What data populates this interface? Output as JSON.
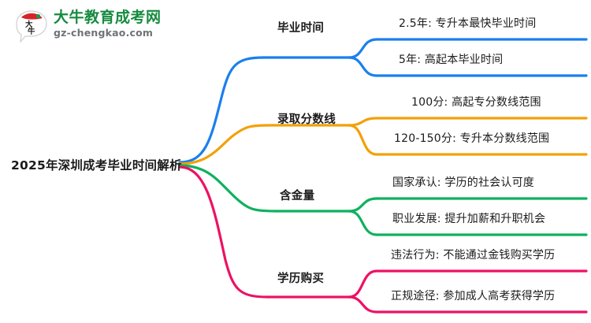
{
  "logo": {
    "mark_icon": "speech-bubble-logo-icon",
    "title": "大牛教育成考网",
    "subtitle": "gz-chengkao.com",
    "title_color": "#168b3f",
    "subtitle_color": "#6f7277",
    "mark_red": "#d6232b",
    "mark_green": "#1a9a4a"
  },
  "mindmap": {
    "root": {
      "label": "2025年深圳成考毕业时间解析"
    },
    "branches": [
      {
        "label": "毕业时间",
        "color": "#1a7fee",
        "leaves": [
          {
            "label": "2.5年: 专升本最快毕业时间"
          },
          {
            "label": "5年: 高起本毕业时间"
          }
        ]
      },
      {
        "label": "录取分数线",
        "color": "#f2a10a",
        "leaves": [
          {
            "label": "100分: 高起专分数线范围"
          },
          {
            "label": "120-150分: 专升本分数线范围"
          }
        ]
      },
      {
        "label": "含金量",
        "color": "#0eb15f",
        "leaves": [
          {
            "label": "国家承认: 学历的社会认可度"
          },
          {
            "label": "职业发展: 提升加薪和升职机会"
          }
        ]
      },
      {
        "label": "学历购买",
        "color": "#ed1164",
        "leaves": [
          {
            "label": "违法行为: 不能通过金钱购买学历"
          },
          {
            "label": "正规途径: 参加成人高考获得学历"
          }
        ]
      }
    ]
  }
}
